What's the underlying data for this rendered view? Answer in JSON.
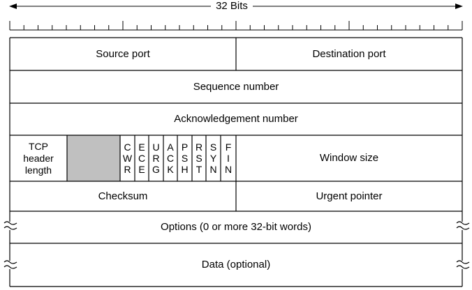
{
  "title": "32 Bits",
  "rows": {
    "source_port": "Source port",
    "destination_port": "Destination port",
    "sequence_number": "Sequence number",
    "acknowledgement_number": "Acknowledgement number",
    "tcp_header_length": [
      "TCP",
      "header",
      "length"
    ],
    "window_size": "Window size",
    "checksum": "Checksum",
    "urgent_pointer": "Urgent pointer",
    "options": "Options (0 or more 32-bit words)",
    "data": "Data (optional)"
  },
  "flags": [
    [
      "C",
      "W",
      "R"
    ],
    [
      "E",
      "C",
      "E"
    ],
    [
      "U",
      "R",
      "G"
    ],
    [
      "A",
      "C",
      "K"
    ],
    [
      "P",
      "S",
      "H"
    ],
    [
      "R",
      "S",
      "T"
    ],
    [
      "S",
      "Y",
      "N"
    ],
    [
      "F",
      "I",
      "N"
    ]
  ],
  "colors": {
    "line": "#000000",
    "reserved_fill": "#c0c0c0"
  }
}
